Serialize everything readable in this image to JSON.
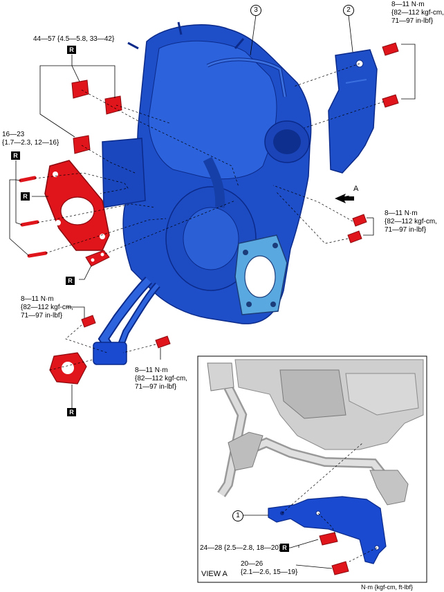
{
  "labels": {
    "torque_top_left": "44—57 {4.5—5.8, 33—42}",
    "torque_top_right_1": "8—11 N·m",
    "torque_top_right_2": "{82—112 kgf-cm,",
    "torque_top_right_3": "71—97 in-lbf}",
    "torque_left_1": "16—23",
    "torque_left_2": "{1.7—2.3, 12—16}",
    "torque_mid_right_1": "8—11 N·m",
    "torque_mid_right_2": "{82—112 kgf-cm,",
    "torque_mid_right_3": "71—97 in-lbf}",
    "torque_lower_left_1": "8—11 N·m",
    "torque_lower_left_2": "{82—112 kgf-cm,",
    "torque_lower_left_3": "71—97 in-lbf}",
    "torque_lower_mid_1": "8—11 N·m",
    "torque_lower_mid_2": "{82—112 kgf-cm,",
    "torque_lower_mid_3": "71—97 in-lbf}",
    "torque_inset_1": "24—28 {2.5—2.8, 18—20}",
    "torque_inset_2a": "20—26",
    "torque_inset_2b": "{2.1—2.6, 15—19}",
    "view_a": "VIEW A",
    "arrow_a": "A",
    "footer_units": "N·m {kgf-cm, ft-lbf}",
    "replace_mark": "R",
    "callout_1": "1",
    "callout_2": "2",
    "callout_3": "3"
  },
  "colors": {
    "turbo_blue": "#1f4fc8",
    "turbo_blue_dark": "#0b2a8a",
    "gasket_red": "#e0141b",
    "gasket_blue_light": "#5aa8e0",
    "bracket_blue": "#1a4ad0",
    "engine_gray": "#c9c9c9"
  }
}
